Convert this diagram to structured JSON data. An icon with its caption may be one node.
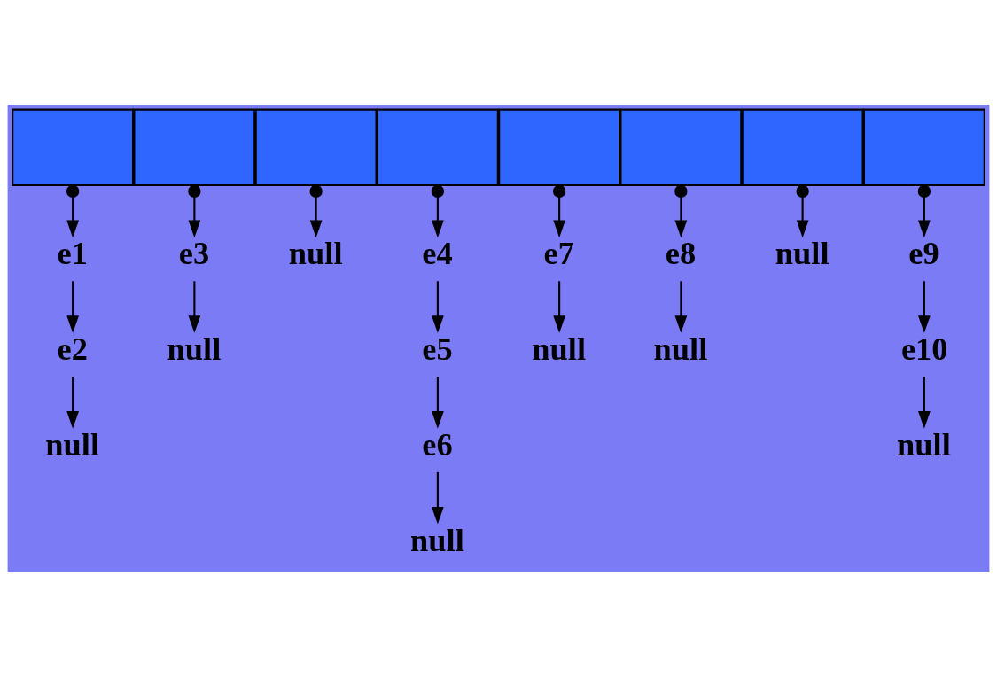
{
  "diagram": {
    "nodes": [
      {
        "text": [],
        "shape": "box"
      },
      {
        "text": [],
        "shape": "box"
      },
      {
        "text": [],
        "shape": "box"
      },
      {
        "text": [],
        "shape": "box"
      },
      {
        "text": [],
        "shape": "box"
      },
      {
        "text": [],
        "shape": "box"
      },
      {
        "text": [],
        "shape": "box"
      },
      {
        "text": [],
        "shape": "box"
      },
      {
        "text": [
          "e1"
        ]
      },
      {
        "text": [
          "e3"
        ]
      },
      {
        "text": [
          "null"
        ]
      },
      {
        "text": [
          "e4"
        ]
      },
      {
        "text": [
          "e7"
        ]
      },
      {
        "text": [
          "e8"
        ]
      },
      {
        "text": [
          "null"
        ]
      },
      {
        "text": [
          "e9"
        ]
      },
      {
        "text": [
          "e2"
        ]
      },
      {
        "text": [
          "null"
        ]
      },
      {
        "text": [
          "e5"
        ]
      },
      {
        "text": [
          "null"
        ]
      },
      {
        "text": [
          "null"
        ]
      },
      {
        "text": [
          "e10"
        ]
      },
      {
        "text": [
          "null"
        ]
      },
      {
        "text": [
          "e6"
        ]
      },
      {
        "text": [
          "null"
        ]
      },
      {
        "text": [
          "null"
        ]
      }
    ],
    "edges": [
      {
        "from": 0,
        "to": 8,
        "arrow": "to"
      },
      {
        "from": 1,
        "to": 9,
        "arrow": "to"
      },
      {
        "from": 2,
        "to": 10,
        "arrow": "to"
      },
      {
        "from": 3,
        "to": 11,
        "arrow": "to"
      },
      {
        "from": 4,
        "to": 12,
        "arrow": "to"
      },
      {
        "from": 5,
        "to": 13,
        "arrow": "to"
      },
      {
        "from": 6,
        "to": 14,
        "arrow": "to"
      },
      {
        "from": 7,
        "to": 15,
        "arrow": "to"
      },
      {
        "from": 8,
        "to": 16,
        "arrow": "to"
      },
      {
        "from": 9,
        "to": 17,
        "arrow": "to"
      },
      {
        "from": 11,
        "to": 18,
        "arrow": "to"
      },
      {
        "from": 12,
        "to": 19,
        "arrow": "to"
      },
      {
        "from": 13,
        "to": 20,
        "arrow": "to"
      },
      {
        "from": 15,
        "to": 21,
        "arrow": "to"
      },
      {
        "from": 16,
        "to": 22,
        "arrow": "to"
      },
      {
        "from": 18,
        "to": 23,
        "arrow": "to"
      },
      {
        "from": 21,
        "to": 24,
        "arrow": "to"
      },
      {
        "from": 23,
        "to": 25,
        "arrow": "to"
      }
    ]
  }
}
